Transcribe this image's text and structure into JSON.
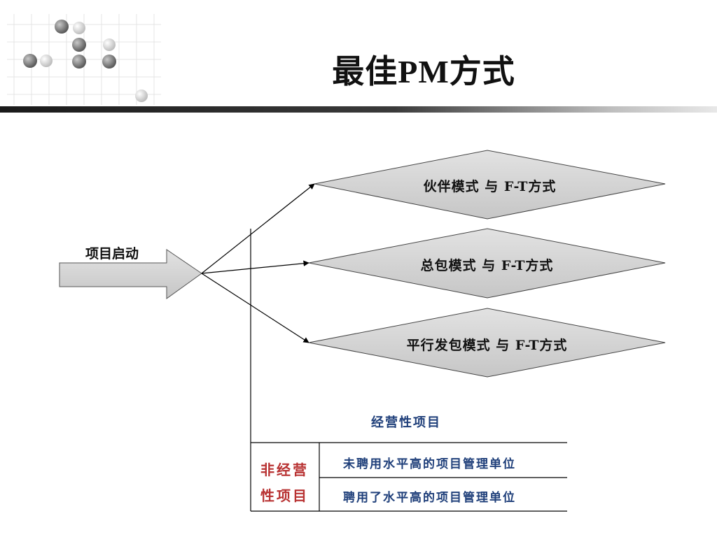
{
  "title": "最佳PM方式",
  "start": {
    "label": "项目启动"
  },
  "modes": [
    {
      "label": "伙伴模式 与 F-T方式"
    },
    {
      "label": "总包模式 与 F-T方式"
    },
    {
      "label": "平行发包模式 与 F-T方式"
    }
  ],
  "projects": {
    "operating": "经营性项目",
    "non_operating_line1": "非经营",
    "non_operating_line2": "性项目",
    "rows": [
      "未聘用水平高的项目管理单位",
      "聘用了水平高的项目管理单位"
    ]
  },
  "colors": {
    "shape_fill": "#d6d6d6",
    "red": "#b83232",
    "blue": "#1f3f7a"
  }
}
